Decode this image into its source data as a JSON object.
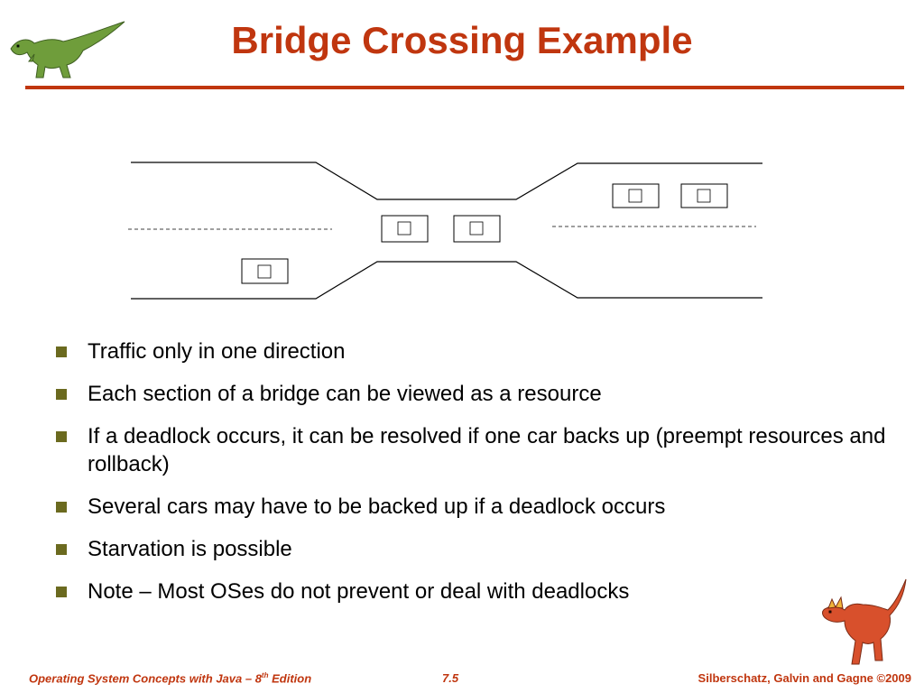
{
  "colors": {
    "title": "#c0360f",
    "rule": "#c0360f",
    "bullet": "#6b6a1f",
    "footer": "#c0360f",
    "dino_green": "#6f9d3b",
    "dino_red": "#d8502c"
  },
  "slide": {
    "title": "Bridge Crossing Example"
  },
  "diagram": {
    "car_icon": "car-icon",
    "car_count": 5
  },
  "bullets": [
    "Traffic only in one direction",
    "Each section of a bridge can be viewed as a resource",
    "If a deadlock occurs, it can be resolved if one car backs up (preempt resources and rollback)",
    "Several cars may have to be backed up if a deadlock occurs",
    "Starvation is possible",
    "Note – Most OSes do not prevent or deal with deadlocks"
  ],
  "footer": {
    "book_prefix": "Operating System Concepts  with Java – 8",
    "book_sup": "th",
    "book_suffix": " Edition",
    "page": "7.5",
    "authors": "Silberschatz, Galvin and Gagne ©2009"
  }
}
